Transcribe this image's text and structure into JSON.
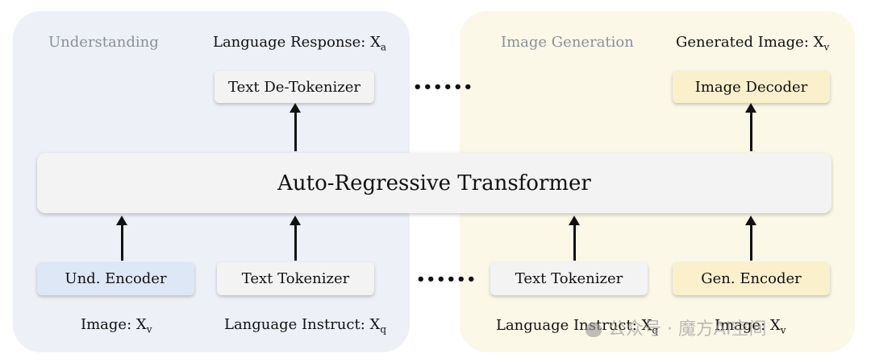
{
  "understanding": {
    "section_title": "Understanding",
    "output_header": {
      "text": "Language Response: X",
      "sub": "a"
    },
    "output_box": "Text De-Tokenizer",
    "input_boxes": [
      "Und. Encoder",
      "Text Tokenizer"
    ],
    "input_labels": [
      {
        "text": "Image: X",
        "sub": "v"
      },
      {
        "text": "Language Instruct: X",
        "sub": "q"
      }
    ]
  },
  "generation": {
    "section_title": "Image Generation",
    "output_header": {
      "text": "Generated Image: X",
      "sub": "v"
    },
    "output_box": "Image Decoder",
    "input_boxes": [
      "Text Tokenizer",
      "Gen. Encoder"
    ],
    "input_labels": [
      {
        "text": "Language Instruct: X",
        "sub": "q"
      },
      {
        "text": "Image: X",
        "sub": "v"
      }
    ]
  },
  "center": {
    "title": "Auto-Regressive Transformer"
  },
  "ellipsis": "••••••",
  "watermark": {
    "text": "公众号 · 魔方AI空间"
  },
  "colors": {
    "understanding_panel": "#eef0f8",
    "generation_panel": "#fbf8e8",
    "und_encoder": "#dde7f6",
    "gen_box": "#fbf0cc",
    "neutral_box": "#f3f3f3"
  }
}
